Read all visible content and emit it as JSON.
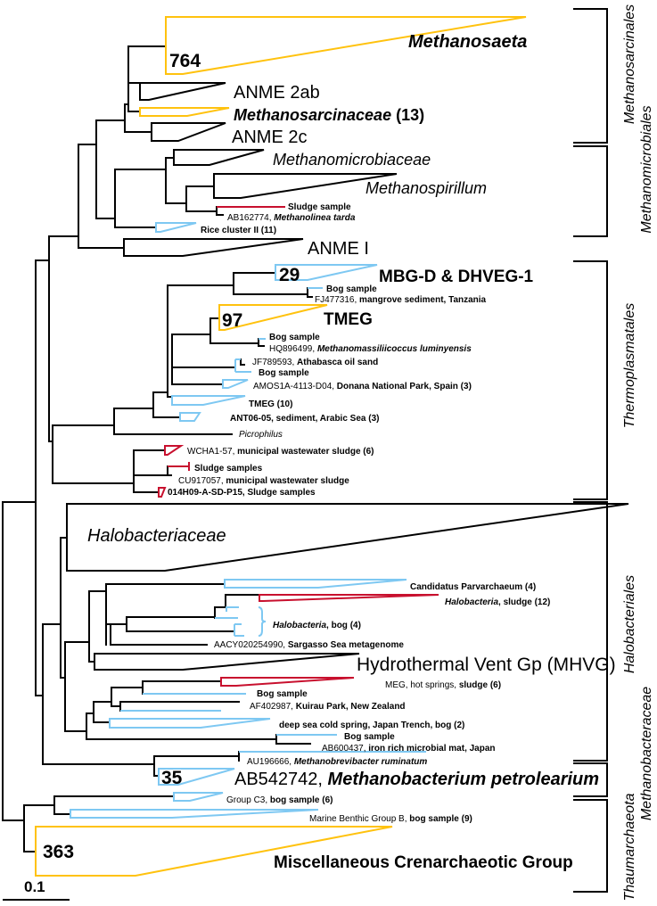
{
  "colors": {
    "highlight_yellow": "#FFC20E",
    "bog_blue": "#7EC8F2",
    "sludge_red": "#C8102E",
    "branch": "#000000"
  },
  "clades": {
    "methanosaeta": {
      "count": "764",
      "name": "Methanosaeta"
    },
    "anme2ab": "ANME 2ab",
    "methanosarcinaceae": {
      "name": "Methanosarcinaceae",
      "count": " (13)"
    },
    "anme2c": "ANME 2c",
    "methanomicrobiaceae": "Methanomicrobiaceae",
    "methanospirillum": "Methanospirillum",
    "sludge_sample": "Sludge sample",
    "ab162774": {
      "acc": "AB162774, ",
      "name": "Methanolinea tarda"
    },
    "rice_cluster": "Rice cluster II (11)",
    "anme1": "ANME I",
    "mbgd": {
      "count": "29",
      "name": "MBG-D & DHVEG-1"
    },
    "bog_1": "Bog sample",
    "fj477316": {
      "acc": "FJ477316, ",
      "desc": "mangrove sediment, Tanzania"
    },
    "tmeg": {
      "count": "97",
      "name": "TMEG"
    },
    "bog_2": "Bog sample",
    "hq896499": {
      "acc": "HQ896499, ",
      "name": "Methanomassiliicoccus luminyensis"
    },
    "jf789593": {
      "acc": "JF789593, ",
      "desc": "Athabasca oil sand"
    },
    "bog_3": "Bog sample",
    "amos": {
      "acc": "AMOS1A-4113-D04, ",
      "desc": "Donana National Park, Spain (3)"
    },
    "tmeg10": "TMEG (10)",
    "ant06": "ANT06-05, sediment, Arabic Sea (3)",
    "picrophilus": "Picrophilus",
    "wcha1": {
      "acc": "WCHA1-57, ",
      "desc": "municipal wastewater sludge (6)"
    },
    "sludge_samples": "Sludge samples",
    "cu917057": {
      "acc": "CU917057, ",
      "desc": "municipal wastewater sludge"
    },
    "p15": "014H09-A-SD-P15, Sludge samples",
    "halobacteriaceae": "Halobacteriaceae",
    "parvarchaeum": "Candidatus Parvarchaeum (4)",
    "halo_sludge": {
      "name": "Halobacteria",
      "desc": ", sludge (12)"
    },
    "halo_bog": {
      "name": "Halobacteria",
      "desc": ", bog (4)"
    },
    "aacy": {
      "acc": "AACY020254990, ",
      "desc": "Sargasso Sea metagenome"
    },
    "mhvg": "Hydrothermal Vent Gp (MHVG)",
    "meg": {
      "acc": "MEG, hot springs, ",
      "desc": "sludge (6)"
    },
    "bog_4": "Bog sample",
    "af402987": {
      "acc": "AF402987, ",
      "desc": "Kuirau Park, New Zealand"
    },
    "deepsea": "deep sea cold spring, Japan Trench, bog (2)",
    "bog_5": "Bog sample",
    "ab600437": {
      "acc": "AB600437, ",
      "desc": "iron rich microbial mat, Japan"
    },
    "au196666": {
      "acc": "AU196666, ",
      "name": "Methanobrevibacter ruminatum"
    },
    "ab542742": {
      "count": "35",
      "acc": "AB542742, ",
      "name": "Methanobacterium petrolearium"
    },
    "groupc3": {
      "acc": "Group C3, ",
      "desc": "bog sample (6)"
    },
    "mbgb": {
      "acc": "Marine Benthic Group B, ",
      "desc": "bog sample (9)"
    },
    "mcg": {
      "count": "363",
      "name": "Miscellaneous Crenarchaeotic Group"
    }
  },
  "groups": {
    "methanosarcinales": "Methanosarcinales",
    "methanomicrobiales": "Methanomicrobiales",
    "thermoplasmatales": "Thermoplasmatales",
    "halobacteriales": "Halobacteriales",
    "methanobacteraceae": "Methanobacteraceae",
    "thaumarchaeota": "Thaumarchaeota"
  },
  "scale_bar": {
    "label": "0.1"
  }
}
